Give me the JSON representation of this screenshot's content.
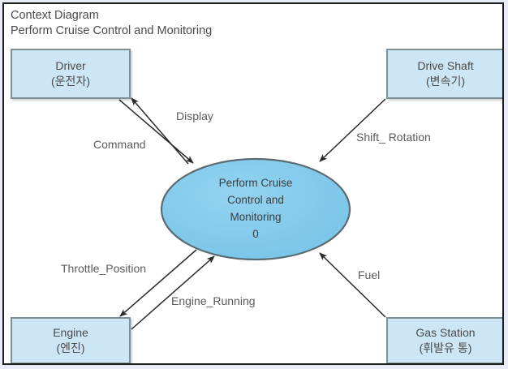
{
  "diagram": {
    "title_lines": [
      "Context Diagram",
      "Perform Cruise Control and Monitoring"
    ],
    "type": "data-flow-context-diagram",
    "colors": {
      "entity_fill": "#cde6f5",
      "entity_border": "#7f8f96",
      "process_fill": "#7ec8ea",
      "process_border": "#5a6a70",
      "frame_border": "#1b1b1b",
      "page_background": "#e9ecf7",
      "text": "#4a4a4a"
    },
    "process": {
      "id": "0",
      "name_lines": [
        "Perform Cruise",
        "Control and",
        "Monitoring"
      ],
      "number": "0"
    },
    "entities": [
      {
        "key": "driver",
        "name": "Driver",
        "name_ko": "(운전자)",
        "position": "top-left"
      },
      {
        "key": "driveshaft",
        "name": "Drive Shaft",
        "name_ko": "(변속기)",
        "position": "top-right"
      },
      {
        "key": "engine",
        "name": "Engine",
        "name_ko": "(엔진)",
        "position": "bottom-left"
      },
      {
        "key": "gasstation",
        "name": "Gas Station",
        "name_ko": "(휘발유 통)",
        "position": "bottom-right"
      }
    ],
    "flows": [
      {
        "key": "display",
        "label": "Display",
        "from": "process",
        "to": "driver"
      },
      {
        "key": "command",
        "label": "Command",
        "from": "driver",
        "to": "process"
      },
      {
        "key": "shift_rotation",
        "label": "Shift_ Rotation",
        "from": "driveshaft",
        "to": "process"
      },
      {
        "key": "throttle_position",
        "label": "Throttle_Position",
        "from": "process",
        "to": "engine"
      },
      {
        "key": "engine_running",
        "label": "Engine_Running",
        "from": "engine",
        "to": "process"
      },
      {
        "key": "fuel",
        "label": "Fuel",
        "from": "gasstation",
        "to": "process"
      }
    ]
  }
}
